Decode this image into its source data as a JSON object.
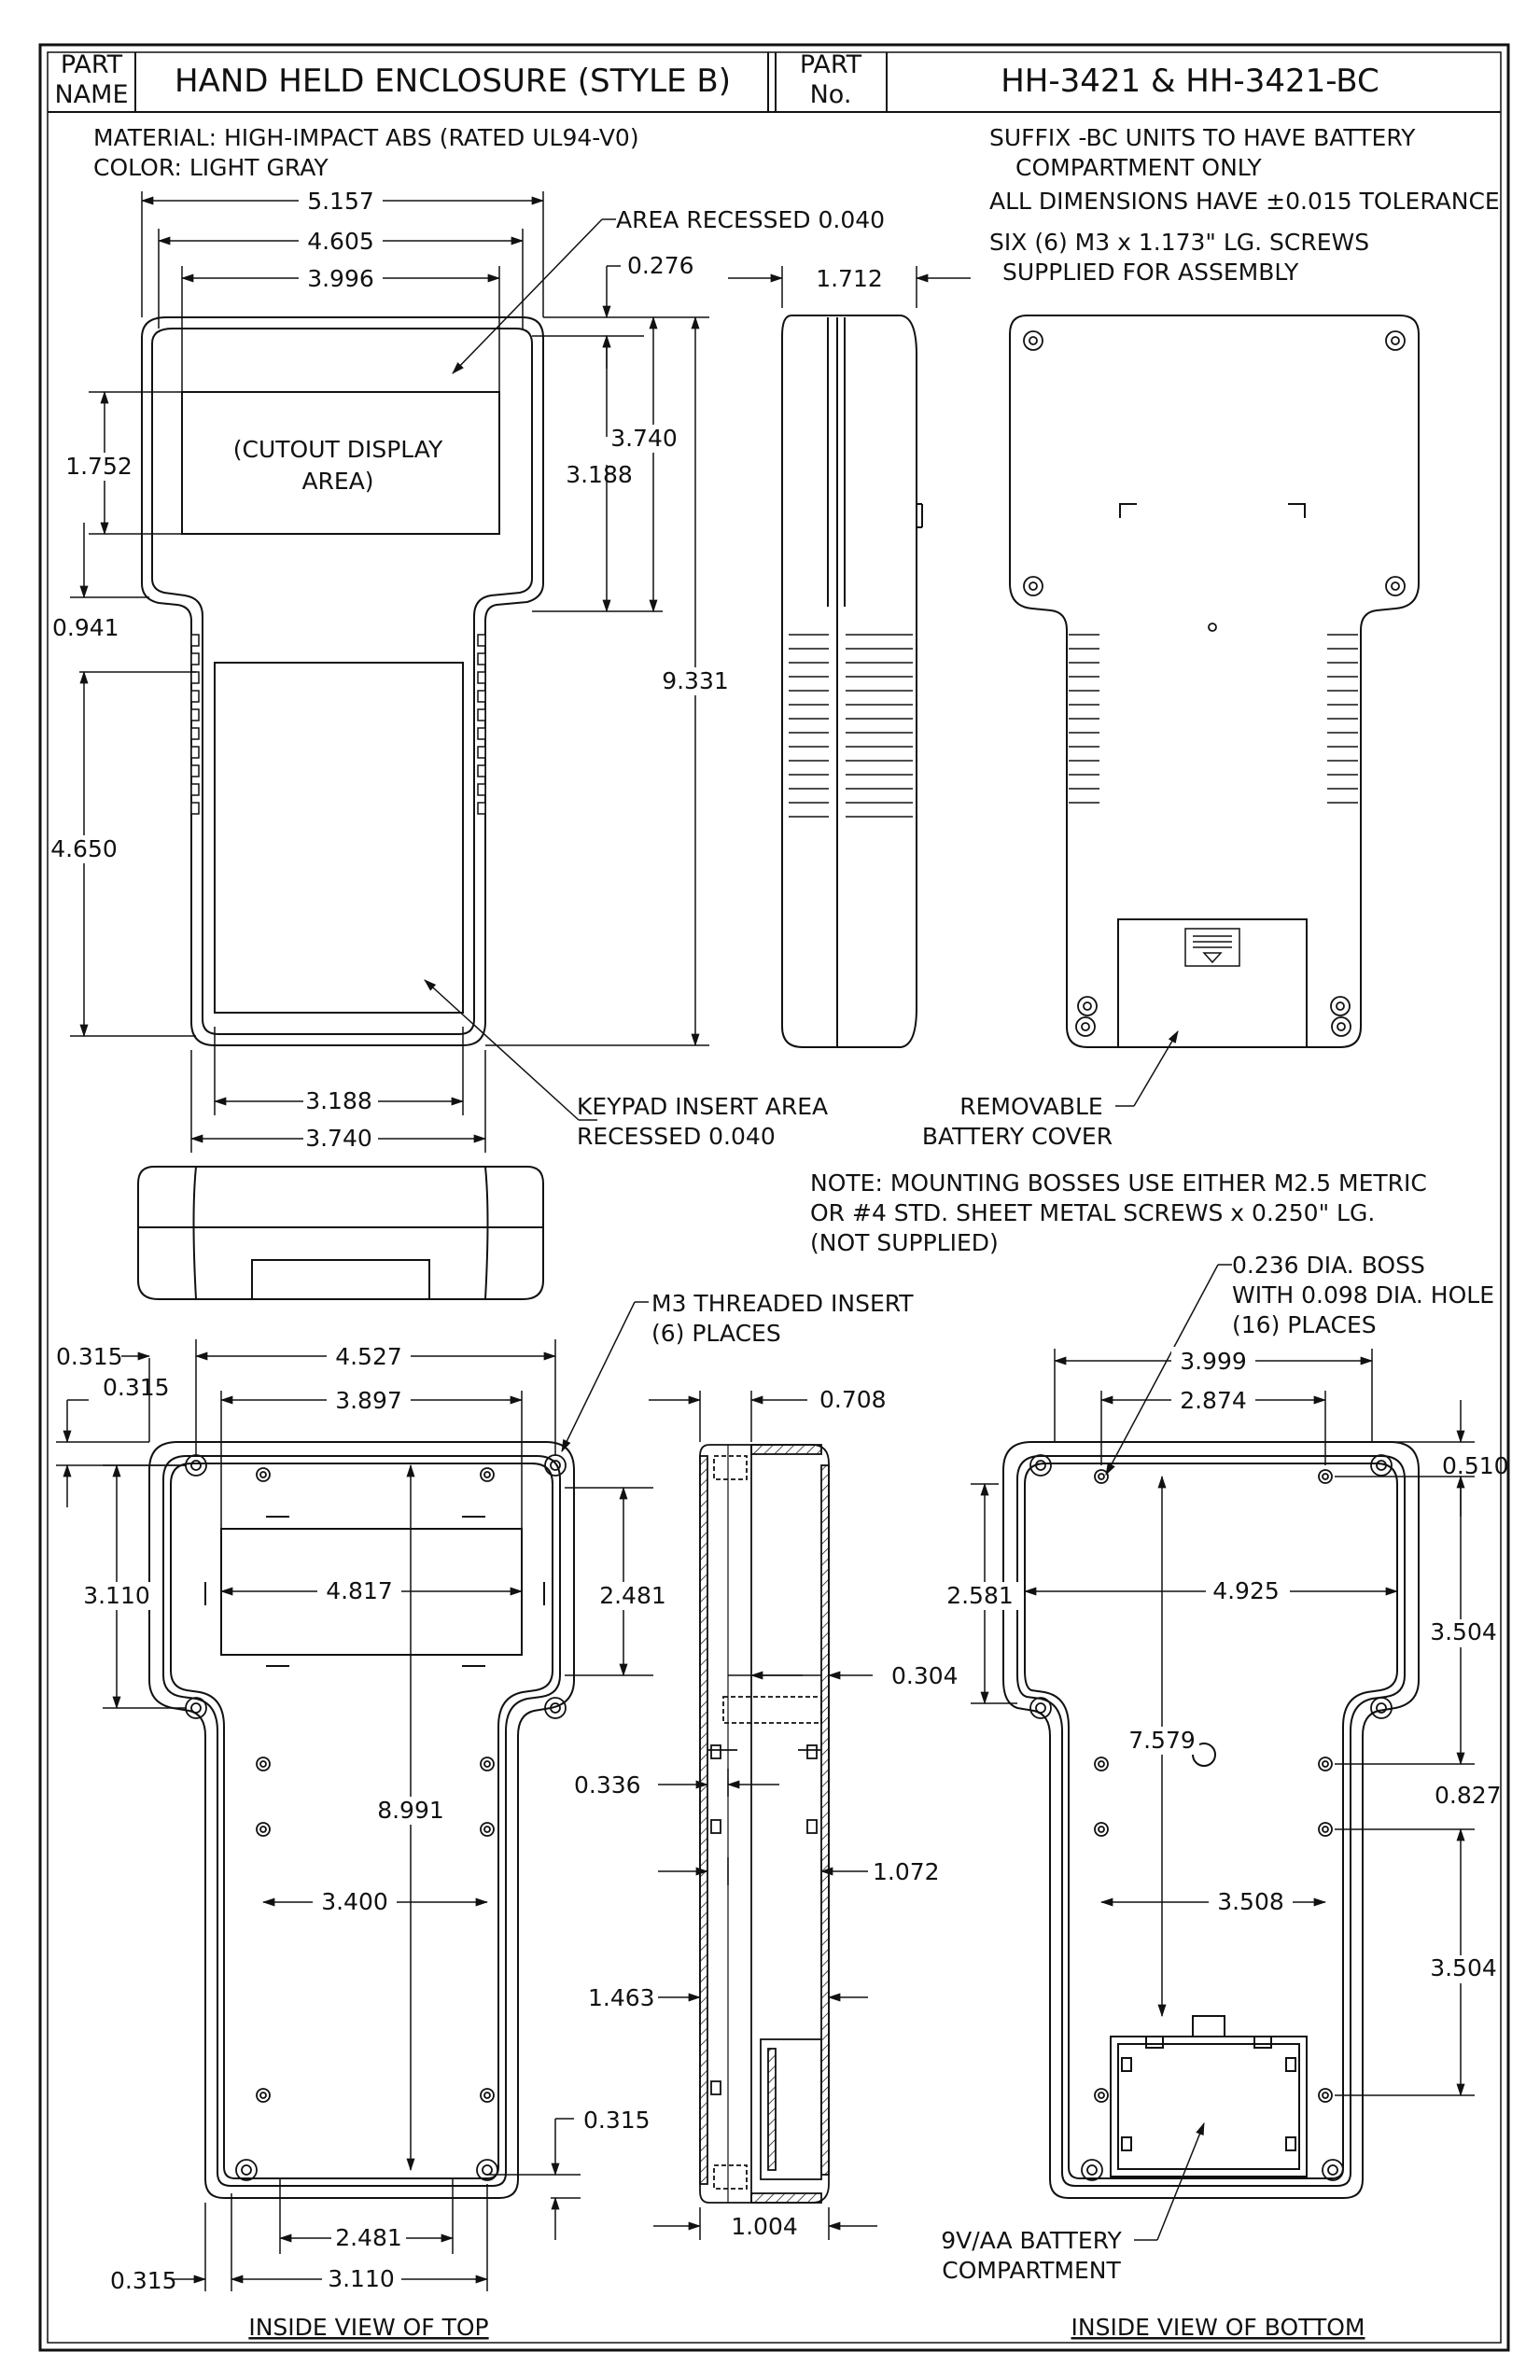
{
  "title_block": {
    "part_name_label_1": "PART",
    "part_name_label_2": "NAME",
    "part_name": "HAND HELD ENCLOSURE  (STYLE B)",
    "part_no_label_1": "PART",
    "part_no_label_2": "No.",
    "part_no": "HH-3421  &  HH-3421-BC"
  },
  "notes": {
    "material": "MATERIAL: HIGH-IMPACT ABS (RATED UL94-V0)",
    "color": "COLOR: LIGHT GRAY",
    "suffix_1": "SUFFIX -BC UNITS TO HAVE BATTERY",
    "suffix_2": "COMPARTMENT ONLY",
    "tolerance": "ALL DIMENSIONS HAVE ±0.015 TOLERANCE",
    "screws_1": "SIX (6) M3 x 1.173\" LG. SCREWS",
    "screws_2": "SUPPLIED FOR ASSEMBLY",
    "bosses_1": "NOTE: MOUNTING BOSSES USE EITHER M2.5 METRIC",
    "bosses_2": "OR #4 STD. SHEET METAL SCREWS x 0.250\" LG.",
    "bosses_3": "(NOT SUPPLIED)"
  },
  "labels": {
    "area_recessed": "AREA RECESSED 0.040",
    "cutout_1": "(CUTOUT DISPLAY",
    "cutout_2": "AREA)",
    "keypad_1": "KEYPAD INSERT AREA",
    "keypad_2": "RECESSED 0.040",
    "removable_1": "REMOVABLE",
    "removable_2": "BATTERY COVER",
    "insert_1": "M3 THREADED INSERT",
    "insert_2": "(6) PLACES",
    "boss_1": "0.236 DIA. BOSS",
    "boss_2": "WITH 0.098 DIA. HOLE",
    "boss_3": "(16) PLACES",
    "battery_1": "9V/AA BATTERY",
    "battery_2": "COMPARTMENT",
    "caption_top": "INSIDE VIEW OF TOP",
    "caption_bottom": "INSIDE VIEW OF BOTTOM"
  },
  "dims": {
    "front": {
      "w_5157": "5.157",
      "w_4605": "4.605",
      "w_3996": "3.996",
      "d_0276": "0.276",
      "h_3740": "3.740",
      "h_3188": "3.188",
      "h_1752": "1.752",
      "d_0941": "0.941",
      "h_9331": "9.331",
      "h_4650": "4.650",
      "w_3188": "3.188",
      "w_3740": "3.740"
    },
    "side": {
      "d_1712": "1.712"
    },
    "inside_top": {
      "d_0315_a": "0.315",
      "d_0315_b": "0.315",
      "w_4527": "4.527",
      "w_3897": "3.897",
      "h_3110": "3.110",
      "w_4817": "4.817",
      "h_2481": "2.481",
      "h_8991": "8.991",
      "w_3400": "3.400",
      "d_0315_c": "0.315",
      "w_2481": "2.481",
      "d_0315_d": "0.315",
      "w_3110": "3.110"
    },
    "section": {
      "d_0708": "0.708",
      "d_0304": "0.304",
      "d_0336": "0.336",
      "d_1072": "1.072",
      "d_1463": "1.463",
      "d_1004": "1.004"
    },
    "inside_bottom": {
      "w_3999": "3.999",
      "w_2874": "2.874",
      "d_0510": "0.510",
      "h_2581": "2.581",
      "w_4925": "4.925",
      "h_3504_a": "3.504",
      "h_7579": "7.579",
      "d_0827": "0.827",
      "w_3508": "3.508",
      "h_3504_b": "3.504"
    }
  },
  "colors": {
    "line": "#111111",
    "paper": "#ffffff"
  }
}
